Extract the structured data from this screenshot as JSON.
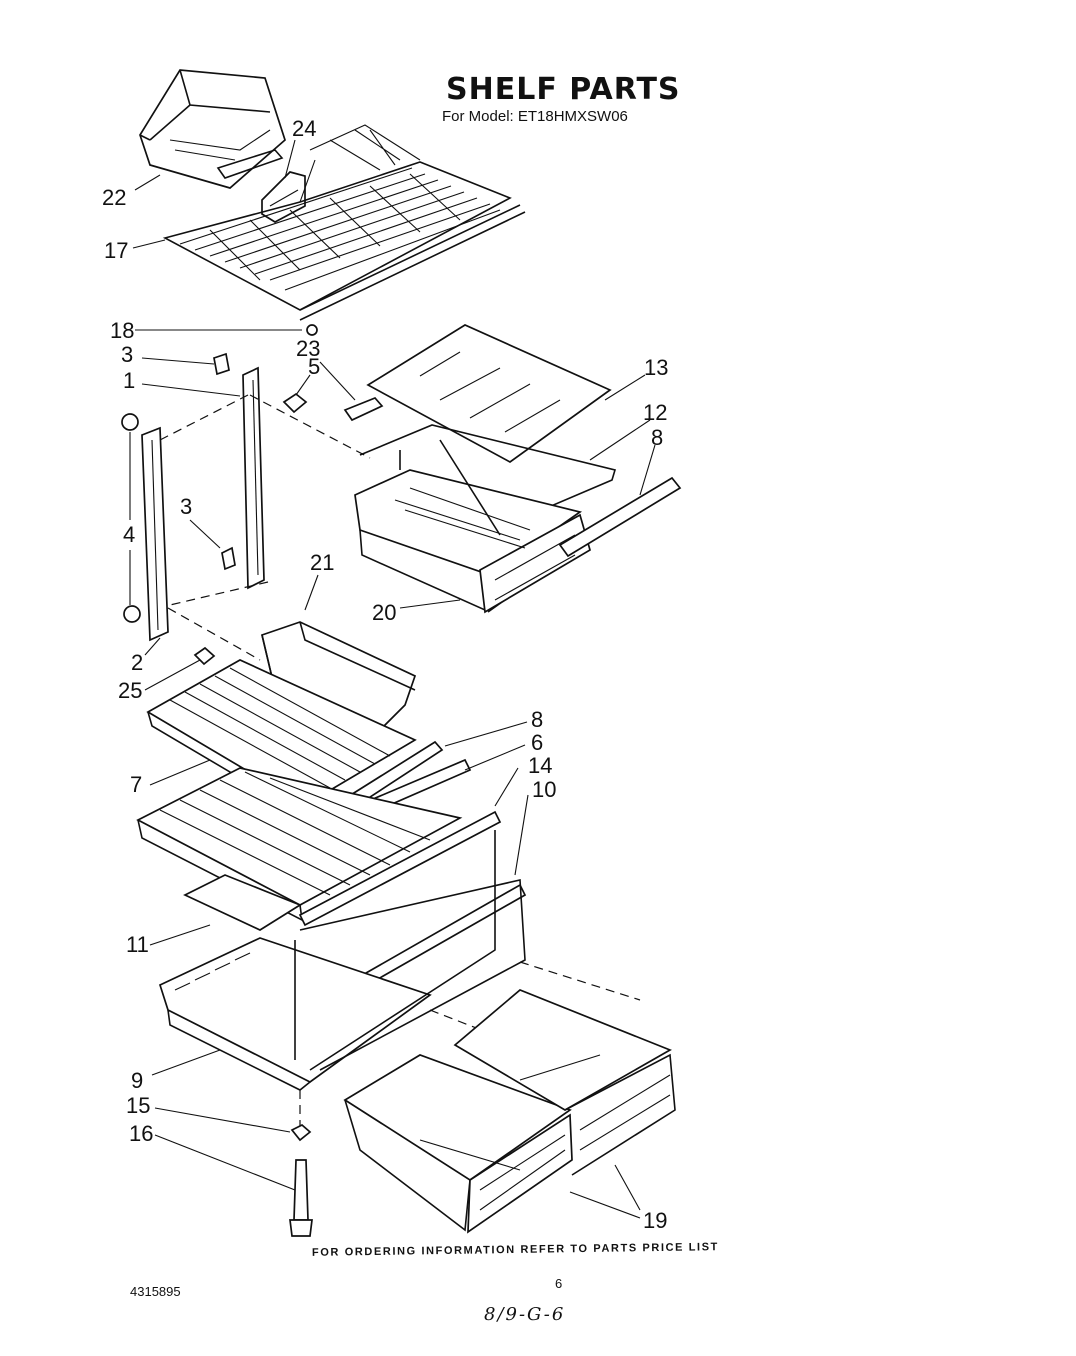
{
  "header": {
    "title": "SHELF PARTS",
    "subtitle": "For Model: ET18HMXSW06"
  },
  "callouts": [
    {
      "id": "c22",
      "label": "22"
    },
    {
      "id": "c24",
      "label": "24"
    },
    {
      "id": "c17",
      "label": "17"
    },
    {
      "id": "c18",
      "label": "18"
    },
    {
      "id": "c23",
      "label": "23"
    },
    {
      "id": "c3a",
      "label": "3"
    },
    {
      "id": "c5",
      "label": "5"
    },
    {
      "id": "c1",
      "label": "1"
    },
    {
      "id": "c13",
      "label": "13"
    },
    {
      "id": "c12",
      "label": "12"
    },
    {
      "id": "c8a",
      "label": "8"
    },
    {
      "id": "c4",
      "label": "4"
    },
    {
      "id": "c3b",
      "label": "3"
    },
    {
      "id": "c21",
      "label": "21"
    },
    {
      "id": "c20",
      "label": "20"
    },
    {
      "id": "c2",
      "label": "2"
    },
    {
      "id": "c25",
      "label": "25"
    },
    {
      "id": "c8b",
      "label": "8"
    },
    {
      "id": "c6",
      "label": "6"
    },
    {
      "id": "c14",
      "label": "14"
    },
    {
      "id": "c10",
      "label": "10"
    },
    {
      "id": "c7",
      "label": "7"
    },
    {
      "id": "c11",
      "label": "11"
    },
    {
      "id": "c9",
      "label": "9"
    },
    {
      "id": "c15",
      "label": "15"
    },
    {
      "id": "c16",
      "label": "16"
    },
    {
      "id": "c19",
      "label": "19"
    }
  ],
  "footer": {
    "note": "FOR ORDERING INFORMATION REFER TO PARTS PRICE LIST",
    "doc_number": "4315895",
    "page_number": "6",
    "handwritten": "8/9-G-6"
  }
}
